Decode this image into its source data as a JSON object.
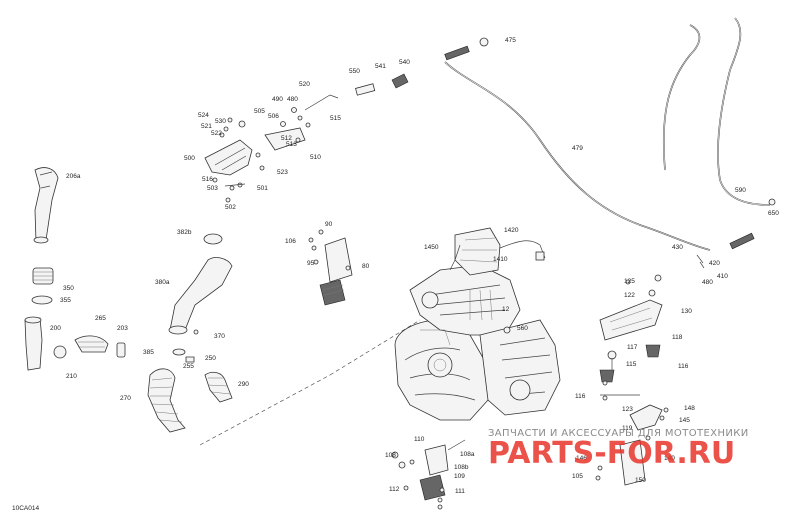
{
  "diagram": {
    "code": "10CA014",
    "watermark": {
      "top_text": "ЗАПЧАСТИ И АКСЕССУАРЫ ДЛЯ МОТОТЕХНИКИ",
      "brand": "PARTS-FOR.RU"
    },
    "callouts": [
      "475",
      "479",
      "590",
      "650",
      "520",
      "550",
      "541",
      "540",
      "524",
      "521",
      "522",
      "530",
      "505",
      "490",
      "480",
      "506",
      "515",
      "512",
      "513",
      "510",
      "500",
      "516",
      "523",
      "503",
      "501",
      "502",
      "206a",
      "382b",
      "380a",
      "370",
      "385",
      "255",
      "250",
      "290",
      "270",
      "350",
      "355",
      "200",
      "210",
      "265",
      "203",
      "106",
      "95",
      "90",
      "80",
      "1450",
      "1420",
      "1410",
      "12",
      "560",
      "430",
      "420",
      "410",
      "480",
      "125",
      "122",
      "130",
      "118",
      "117",
      "115",
      "116",
      "116",
      "123",
      "119",
      "148",
      "145",
      "146",
      "140",
      "150",
      "105",
      "110",
      "108",
      "109",
      "108a",
      "108b",
      "112",
      "111"
    ]
  }
}
